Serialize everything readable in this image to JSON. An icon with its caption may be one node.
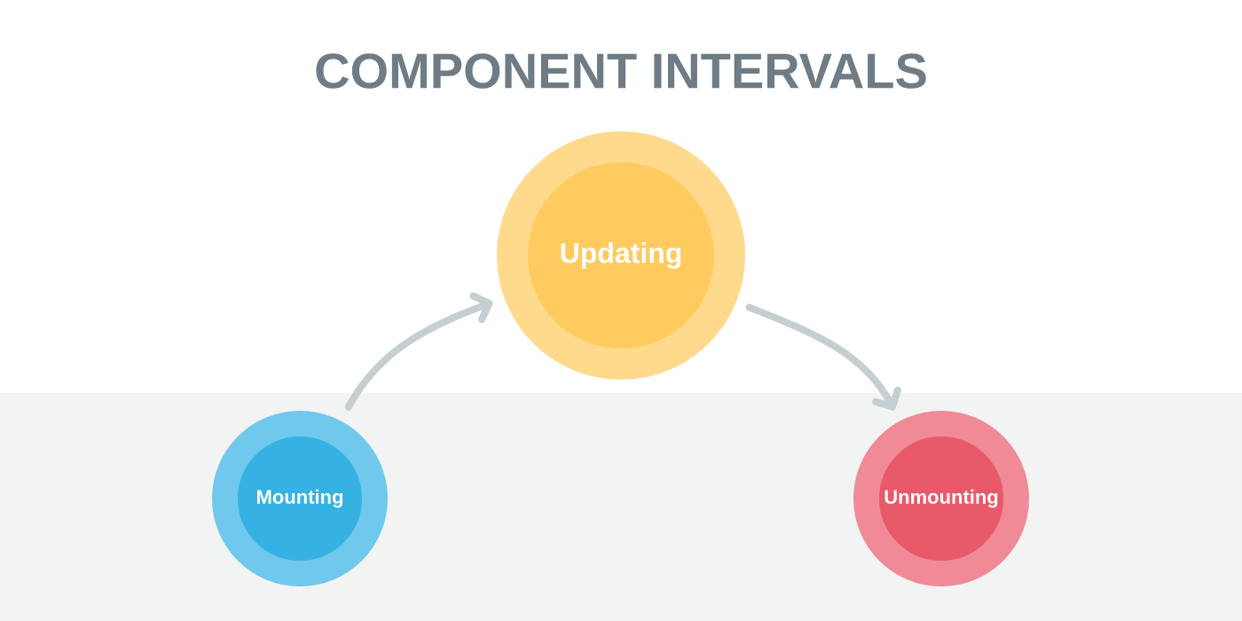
{
  "diagram": {
    "title": "COMPONENT INTERVALS",
    "nodes": [
      {
        "text": [
          "Mounting"
        ]
      },
      {
        "text": [
          "Updating"
        ]
      },
      {
        "text": [
          "Unmounting"
        ]
      }
    ],
    "edges": [
      {
        "from": 0,
        "to": 1,
        "arrow": "to"
      },
      {
        "from": 1,
        "to": 2,
        "arrow": "to"
      }
    ]
  }
}
